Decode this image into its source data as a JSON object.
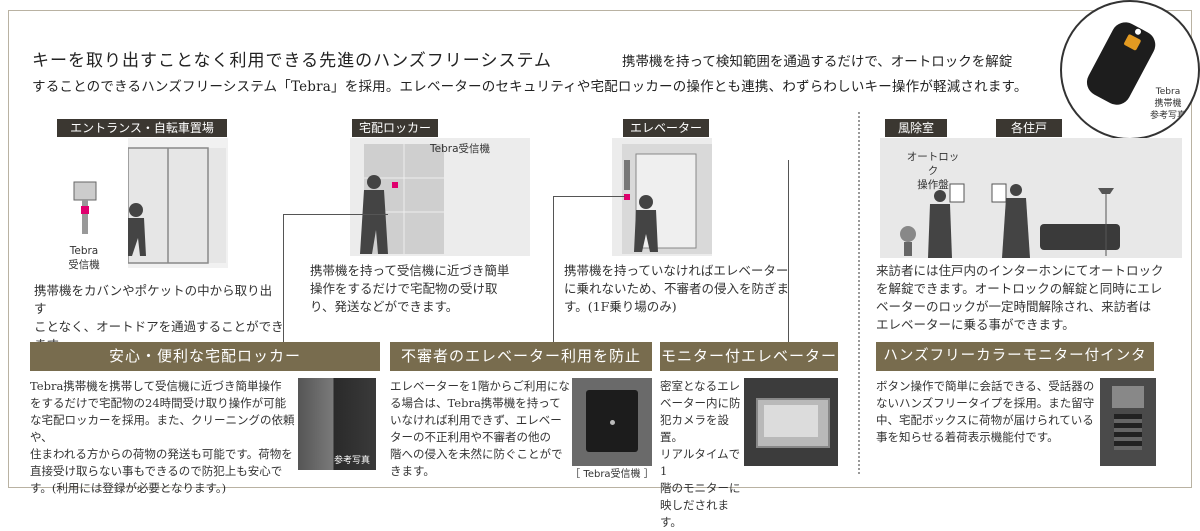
{
  "header": {
    "headline": "キーを取り出すことなく利用できる先進のハンズフリーシステム",
    "lead_line1": "携帯機を持って検知範囲を通過するだけで、オートロックを解錠",
    "lead_line2": "することのできるハンズフリーシステム「Tebra」を採用。エレベーターのセキュリティや宅配ロッカーの操作とも連携、わずらわしいキー操作が軽減されます。"
  },
  "device": {
    "label1": "Tebra",
    "label2": "携帯機",
    "label3": "参考写真"
  },
  "scenes": {
    "entrance": {
      "tag": "エントランス・自転車置場",
      "receiver_label1": "Tebra",
      "receiver_label2": "受信機",
      "caption1": "携帯機をカバンやポケットの中から取り出す",
      "caption2": "ことなく、オートドアを通過することができます。"
    },
    "locker": {
      "tag": "宅配ロッカー",
      "receiver_label": "Tebra受信機",
      "caption1": "携帯機を持って受信機に近づき簡単",
      "caption2": "操作をするだけで宅配物の受け取",
      "caption3": "り、発送などができます。"
    },
    "elevator": {
      "tag": "エレベーター",
      "caption1": "携帯機を持っていなければエレベーター",
      "caption2": "に乗れないため、不審者の侵入を防ぎま",
      "caption3": "す。(1F乗り場のみ)"
    },
    "intercom": {
      "tag_left": "風除室",
      "tag_right": "各住戸",
      "panel_label1": "オートロック",
      "panel_label2": "操作盤",
      "caption1": "来訪者には住戸内のインターホンにてオートロック",
      "caption2": "を解錠できます。オートロックの解錠と同時にエレ",
      "caption3": "ベーターのロックが一定時間解除され、来訪者は",
      "caption4": "エレベーターに乗る事ができます。"
    }
  },
  "features": {
    "locker": {
      "title": "安心・便利な宅配ロッカー",
      "lines": [
        "Tebra携帯機を携帯して受信機に近づき簡単操作",
        "をするだけで宅配物の24時間受け取り操作が可能",
        "な宅配ロッカーを採用。また、クリーニングの依頼や、",
        "住まわれる方からの荷物の発送も可能です。荷物を",
        "直接受け取らない事もできるので防犯上も安心で",
        "す。(利用には登録が必要となります。)"
      ],
      "photo_caption": "参考写真"
    },
    "elevator": {
      "title": "不審者のエレベーター利用を防止",
      "lines": [
        "エレベーターを1階からご利用にな",
        "る場合は、Tebra携帯機を持って",
        "いなければ利用できず、エレベー",
        "ターの不正利用や不審者の他の",
        "階への侵入を未然に防ぐことがで",
        "きます。"
      ],
      "photo_caption": "［ Tebra受信機 ］"
    },
    "monitor": {
      "title": "モニター付エレベーター",
      "lines": [
        "密室となるエレ",
        "ベーター内に防",
        "犯カメラを設置。",
        "リアルタイムで1",
        "階のモニターに",
        "映しだされます。"
      ]
    },
    "intercom": {
      "title": "ハンズフリーカラーモニター付インターホン",
      "lines": [
        "ボタン操作で簡単に会話できる、受話器の",
        "ないハンズフリータイプを採用。また留守",
        "中、宅配ボックスに荷物が届けられている",
        "事を知らせる着荷表示機能付です。"
      ]
    }
  },
  "colors": {
    "band": "#786c4e",
    "tag": "#3b3731",
    "accent": "#e0006e"
  }
}
